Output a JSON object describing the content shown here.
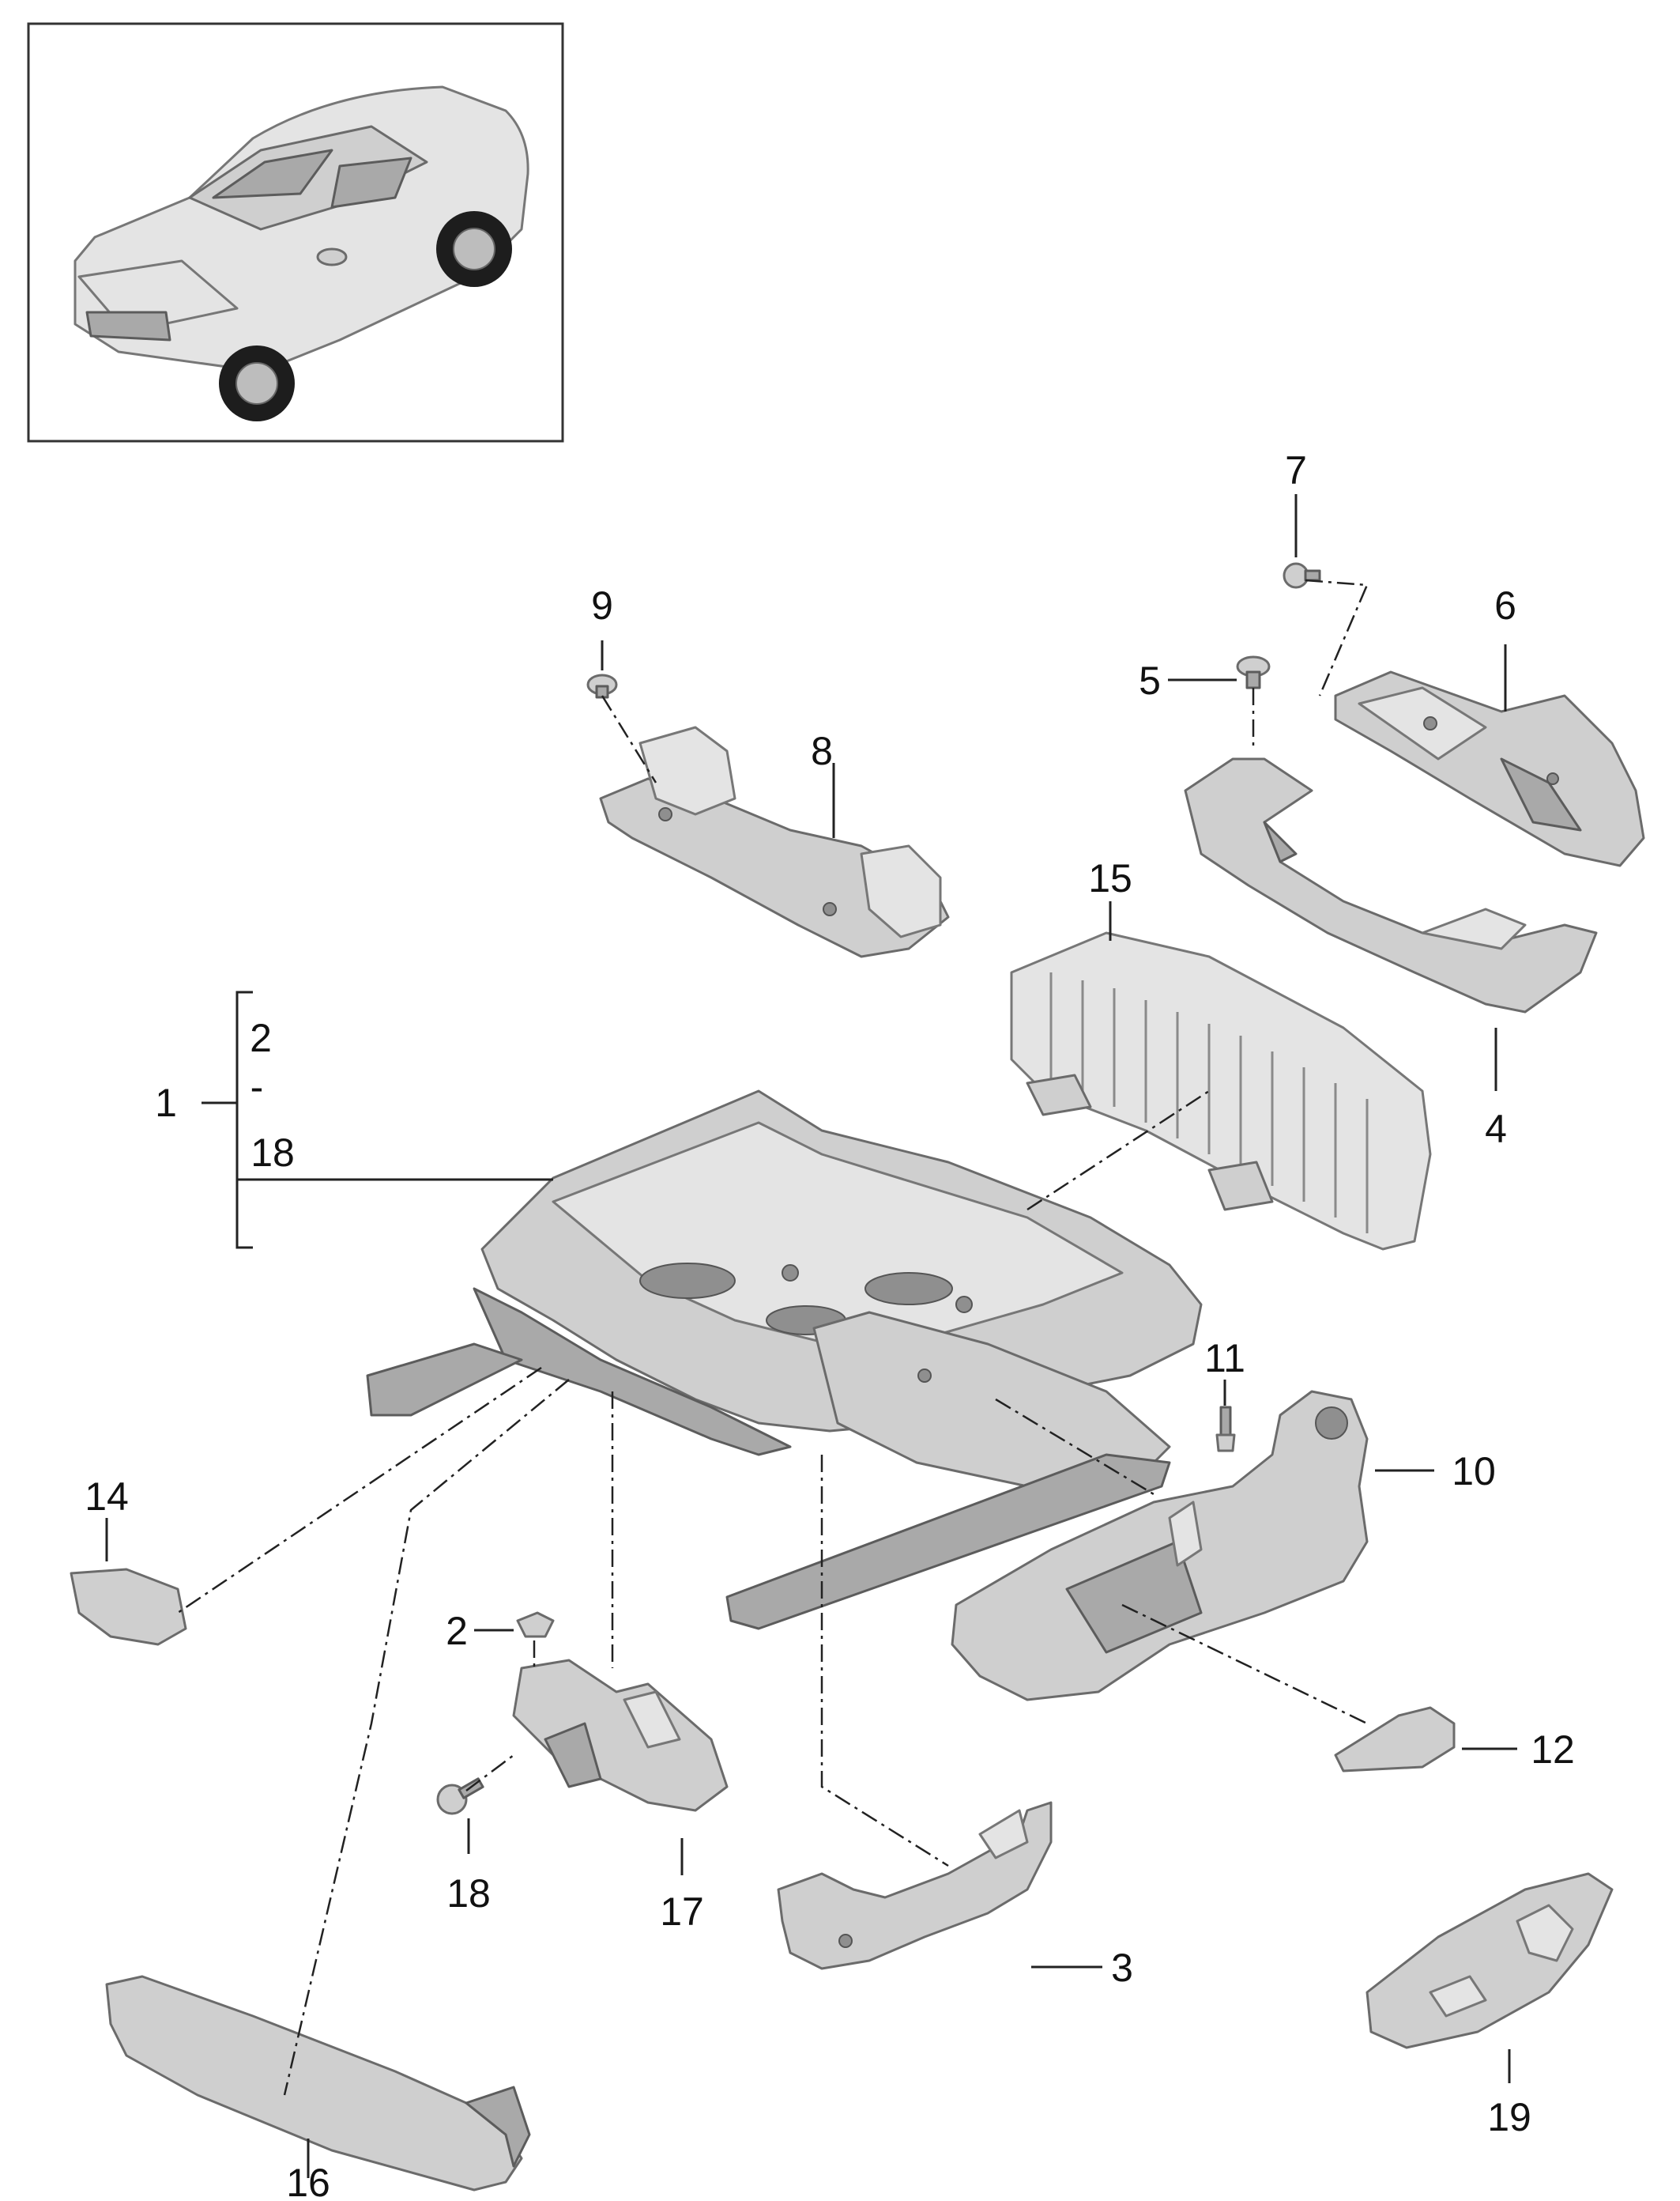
{
  "callouts": {
    "c1": "1",
    "c2_range_start": "2",
    "c2_range_dash": "-",
    "c2_range_end": "18",
    "c2": "2",
    "c3": "3",
    "c4": "4",
    "c5": "5",
    "c6": "6",
    "c7": "7",
    "c8": "8",
    "c9": "9",
    "c10": "10",
    "c11": "11",
    "c12": "12",
    "c14": "14",
    "c15": "15",
    "c16": "16",
    "c17": "17",
    "c18": "18",
    "c19": "19"
  },
  "colors": {
    "part_fill": "#cfcfcf",
    "part_outline": "#6b6b6b",
    "line": "#222222"
  },
  "icons": {
    "vehicle_thumbnail": "suv-car-icon"
  }
}
